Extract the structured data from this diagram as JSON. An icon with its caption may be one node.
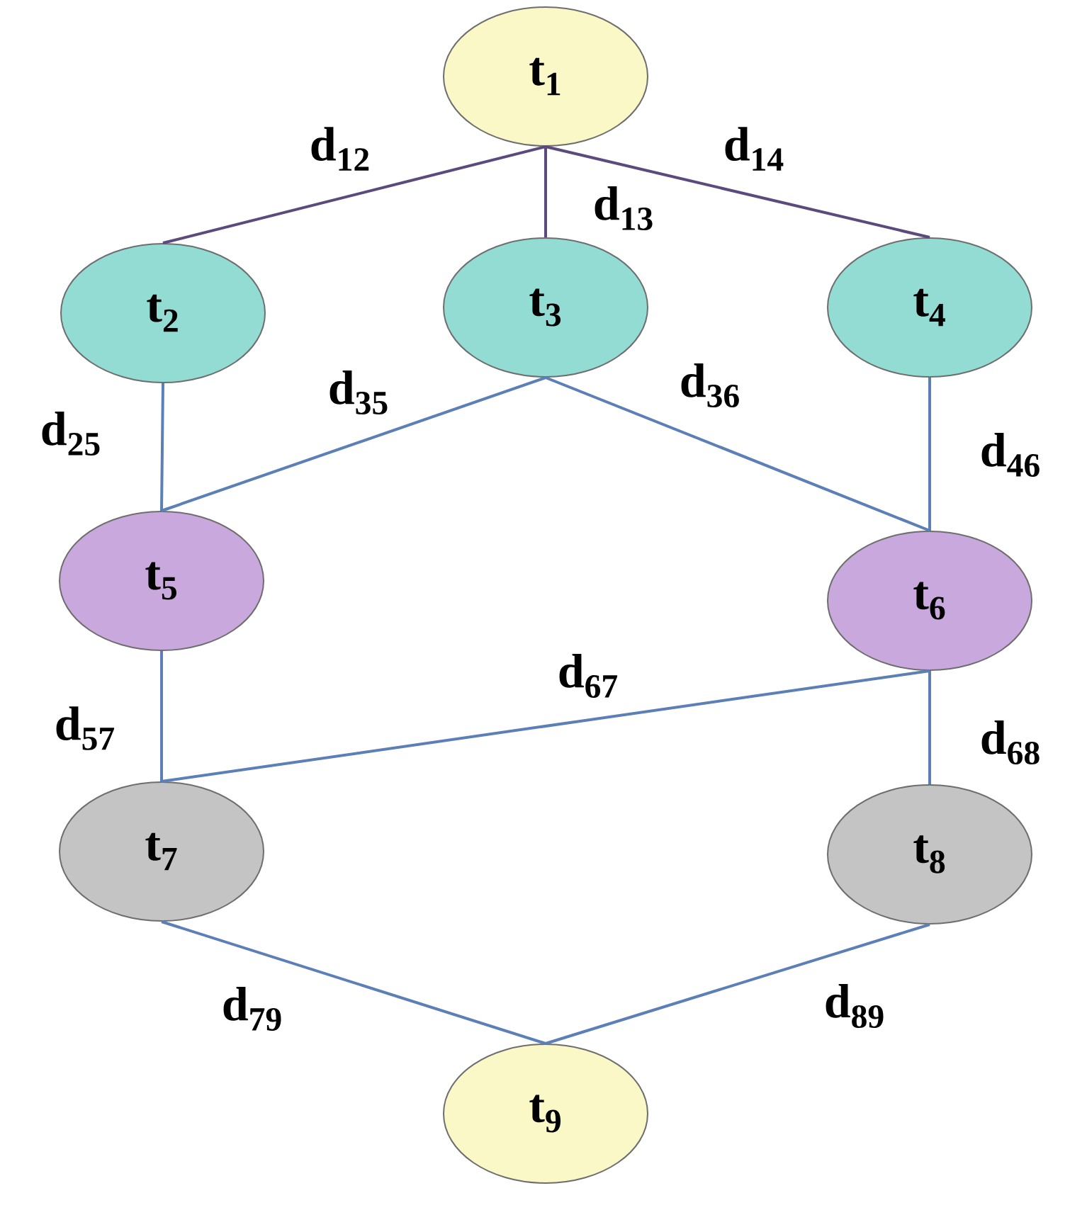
{
  "diagram": {
    "nodes": [
      {
        "text": [
          "t$_{1}$"
        ]
      },
      {
        "text": [
          "t$_{2}$"
        ]
      },
      {
        "text": [
          "t$_{3}$"
        ]
      },
      {
        "text": [
          "t$_{4}$"
        ]
      },
      {
        "text": [
          "t$_{5}$"
        ]
      },
      {
        "text": [
          "t$_{6}$"
        ]
      },
      {
        "text": [
          "t$_{7}$"
        ]
      },
      {
        "text": [
          "t$_{8}$"
        ]
      },
      {
        "text": [
          "t$_{9}$"
        ]
      }
    ],
    "edges": [
      {
        "from": 0,
        "to": 1,
        "arrow": "none",
        "label": "d$_{12}$",
        "color": "#5c4a7e"
      },
      {
        "from": 0,
        "to": 2,
        "arrow": "none",
        "label": "d$_{13}$",
        "color": "#5c4a7e"
      },
      {
        "from": 0,
        "to": 3,
        "arrow": "none",
        "label": "d$_{14}$",
        "color": "#5c4a7e"
      },
      {
        "from": 1,
        "to": 4,
        "arrow": "none",
        "label": "d$_{25}$"
      },
      {
        "from": 2,
        "to": 4,
        "arrow": "none",
        "label": "d$_{35}$"
      },
      {
        "from": 2,
        "to": 5,
        "arrow": "none",
        "label": "d$_{36}$"
      },
      {
        "from": 3,
        "to": 5,
        "arrow": "none",
        "label": "d$_{46}$"
      },
      {
        "from": 4,
        "to": 6,
        "arrow": "none",
        "label": "d$_{57}$"
      },
      {
        "from": 5,
        "to": 6,
        "arrow": "none",
        "label": "d$_{67}$"
      },
      {
        "from": 5,
        "to": 7,
        "arrow": "none",
        "label": "d$_{68}$"
      },
      {
        "from": 6,
        "to": 8,
        "arrow": "none",
        "label": "d$_{79}$"
      },
      {
        "from": 7,
        "to": 8,
        "arrow": "none",
        "label": "d$_{89}$"
      }
    ]
  }
}
